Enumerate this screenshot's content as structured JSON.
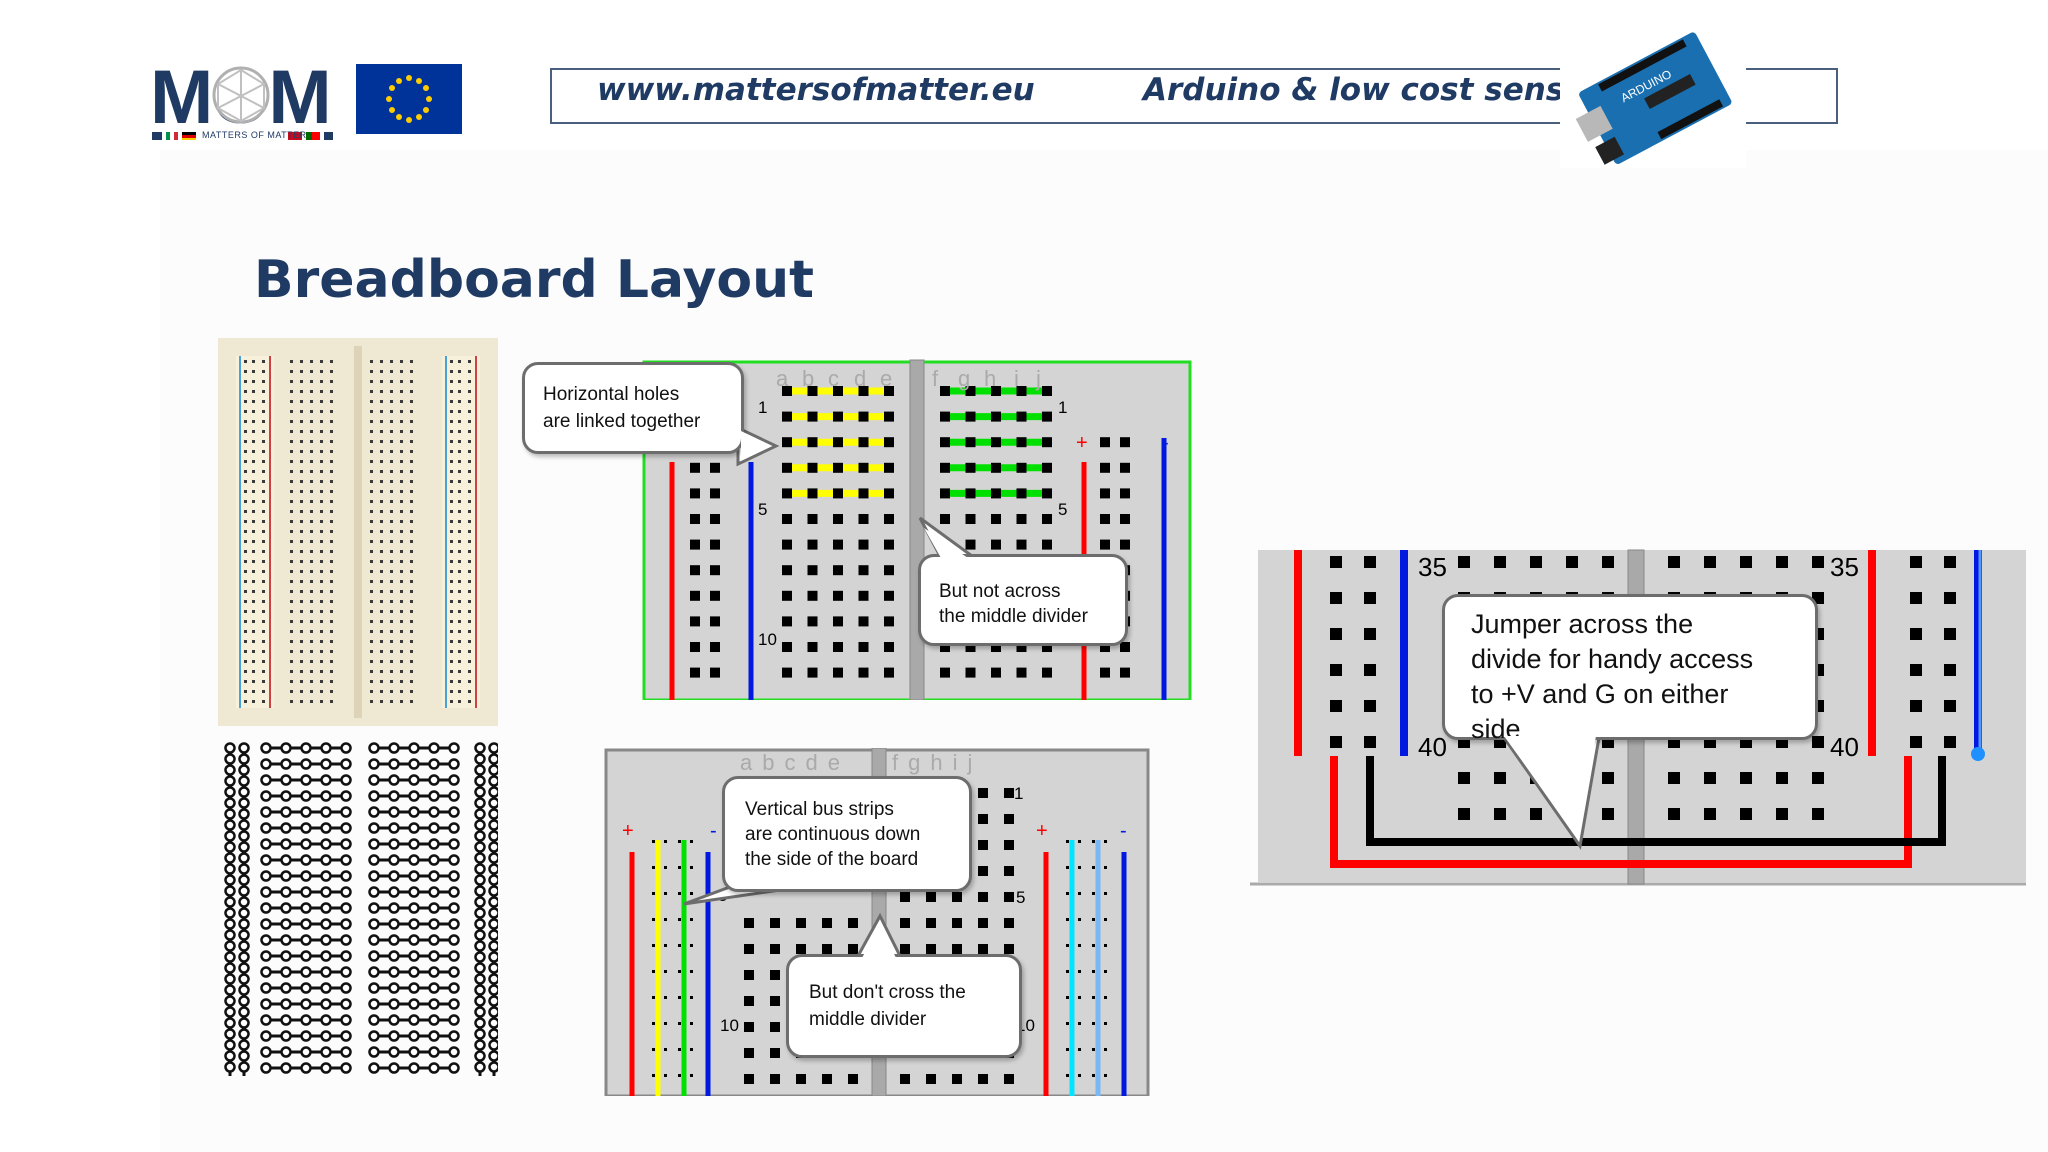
{
  "header": {
    "logo_text": "MOM",
    "logo_subtext": "MATTERS OF MATTER",
    "url": "www.mattersofmatter.eu",
    "topic": "Arduino & low cost sensors"
  },
  "title": "Breadboard Layout",
  "diagram_top": {
    "columns_left": [
      "a",
      "b",
      "c",
      "d",
      "e"
    ],
    "columns_right": [
      "f",
      "g",
      "h",
      "i",
      "j"
    ],
    "row_1": "1",
    "row_5": "5",
    "row_10": "10",
    "plus": "+",
    "minus": "-",
    "callout_1": [
      "Horizontal holes",
      "are linked together"
    ],
    "callout_2": [
      "But not across",
      "the middle divider"
    ]
  },
  "diagram_bottom": {
    "columns": [
      "a",
      "b",
      "c",
      "d",
      "e",
      "f",
      "g",
      "h",
      "i",
      "j"
    ],
    "row_1": "1",
    "row_5": "5",
    "row_10": "10",
    "plus": "+",
    "minus": "-",
    "callout_1": [
      "Vertical bus strips",
      "are continuous down",
      "the side of the board"
    ],
    "callout_2": [
      "But don't cross the",
      "middle divider"
    ]
  },
  "diagram_right": {
    "row_35": "35",
    "row_40": "40",
    "callout": [
      "Jumper across the",
      "divide for handy access",
      "to +V and G on either",
      "side"
    ]
  },
  "colors": {
    "title": "#1f3a63",
    "board": "#d4d4d4",
    "rail_red": "#ff0000",
    "rail_blue": "#0018e0",
    "link_yellow": "#ffff00",
    "link_green": "#00e000",
    "link_cyan": "#00e5ff"
  }
}
